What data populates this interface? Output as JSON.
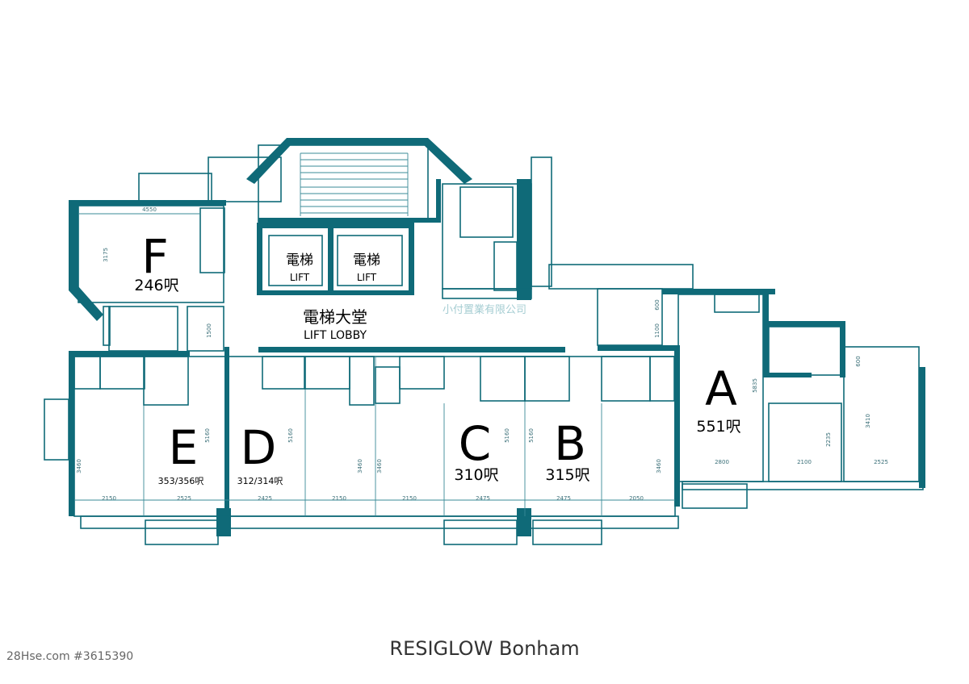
{
  "units": [
    {
      "letter": "F",
      "area": "246呎"
    },
    {
      "letter": "E",
      "area": "353/356呎"
    },
    {
      "letter": "D",
      "area": "312/314呎"
    },
    {
      "letter": "C",
      "area": "310呎"
    },
    {
      "letter": "B",
      "area": "315呎"
    },
    {
      "letter": "A",
      "area": "551呎"
    }
  ],
  "lifts": [
    {
      "cn": "電梯",
      "en": "LIFT"
    },
    {
      "cn": "電梯",
      "en": "LIFT"
    }
  ],
  "lobby": {
    "cn": "電梯大堂",
    "en": "LIFT LOBBY"
  },
  "watermark": "小付置業有限公司",
  "dimensions": {
    "f_width": "4550",
    "f_height": "3175",
    "e_left": "2150",
    "e_right": "2525",
    "e_height": "3460",
    "e_depth": "5160",
    "d_left": "2425",
    "d_right": "2150",
    "d_height": "3460",
    "d_depth": "5160",
    "c_left": "2150",
    "c_right": "2475",
    "c_height": "3460",
    "c_depth": "5160",
    "b_left": "2475",
    "b_right": "2050",
    "b_height": "3460",
    "b_depth": "5160",
    "a_width": "2800",
    "a_depth": "5835",
    "corr": "1100",
    "corr2": "600",
    "a2_width": "2100",
    "a2_height": "2235",
    "a3_width": "2525",
    "a3_height": "3410",
    "a3_top": "600",
    "lobby_dim": "1500"
  },
  "footer": {
    "title": "RESIGLOW Bonham",
    "id": "28Hse.com #3615390"
  }
}
